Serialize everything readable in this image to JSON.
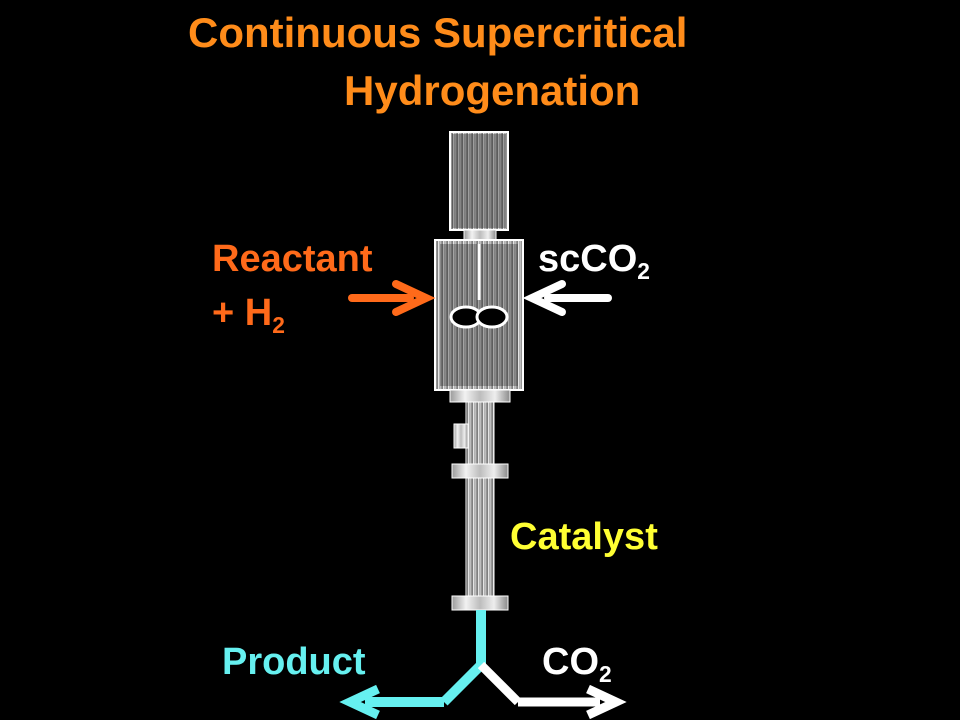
{
  "title": {
    "line1": "Continuous Supercritical",
    "line2": "Hydrogenation"
  },
  "labels": {
    "reactant": {
      "line1": "Reactant",
      "line2_prefix": "+ H",
      "line2_sub": "2"
    },
    "supercritical_co2": {
      "main": "scCO",
      "sub": "2"
    },
    "catalyst": "Catalyst",
    "product": "Product",
    "co2_out": {
      "main": "CO",
      "sub": "2"
    }
  },
  "colors": {
    "background": "#000000",
    "title": "#ff8c1a",
    "reactant": "#ff6a1a",
    "supercritical_co2": "#ffffff",
    "catalyst": "#ffff33",
    "product": "#66f0f0",
    "co2_out": "#ffffff"
  }
}
